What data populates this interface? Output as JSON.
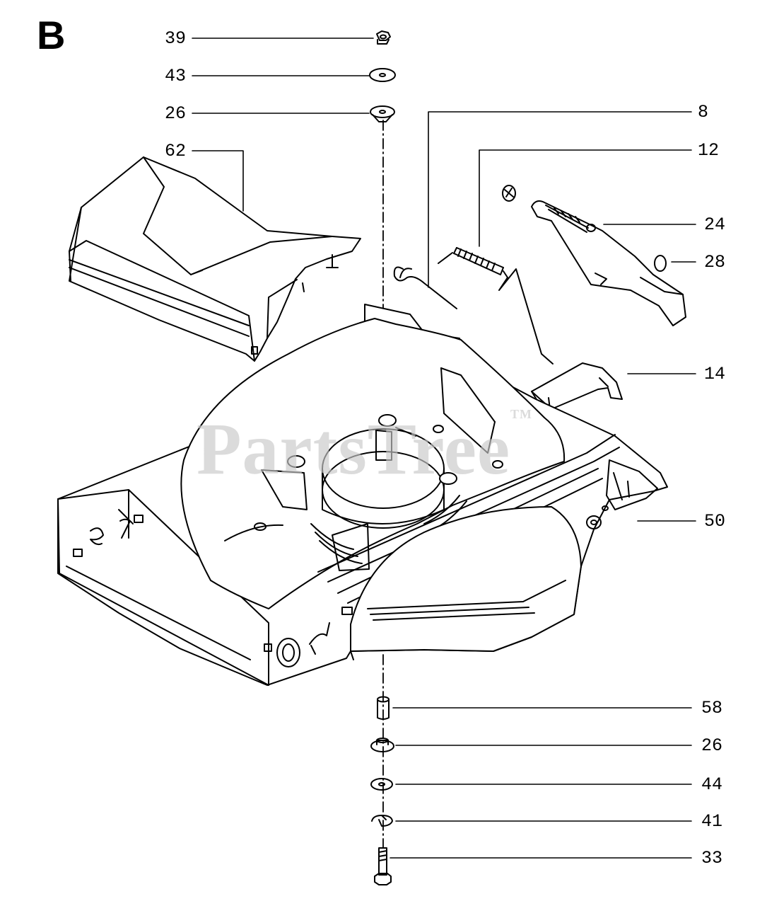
{
  "section_letter": "B",
  "watermark": "PartsTree",
  "watermark_tm": "TM",
  "callouts": [
    {
      "id": "39",
      "text": "39"
    },
    {
      "id": "43",
      "text": "43"
    },
    {
      "id": "26a",
      "text": "26"
    },
    {
      "id": "62",
      "text": "62"
    },
    {
      "id": "8",
      "text": "8"
    },
    {
      "id": "12",
      "text": "12"
    },
    {
      "id": "24",
      "text": "24"
    },
    {
      "id": "28",
      "text": "28"
    },
    {
      "id": "14",
      "text": "14"
    },
    {
      "id": "50",
      "text": "50"
    },
    {
      "id": "58",
      "text": "58"
    },
    {
      "id": "26b",
      "text": "26"
    },
    {
      "id": "44",
      "text": "44"
    },
    {
      "id": "41",
      "text": "41"
    },
    {
      "id": "33",
      "text": "33"
    }
  ]
}
